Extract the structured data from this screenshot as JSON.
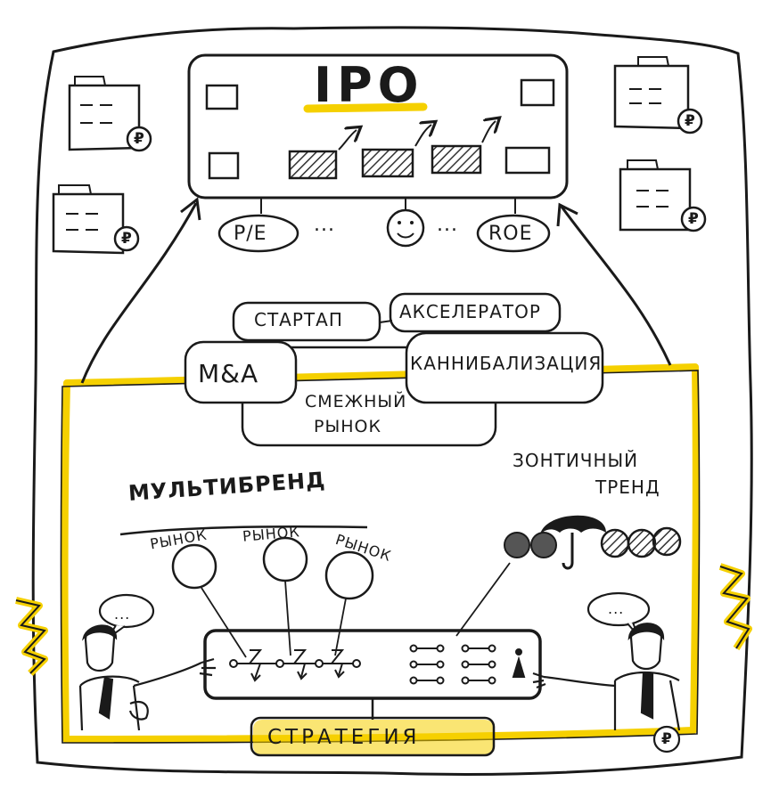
{
  "title": "IPO",
  "metrics": {
    "pe": "P/E",
    "dots_left": "...",
    "dots_right": "...",
    "roe": "ROE"
  },
  "concepts": {
    "startup": "СТАРТАП",
    "accelerator": "АКСЕЛЕРАТОР",
    "ma": "M&A",
    "cannibalization": "КАННИБАЛИЗАЦИЯ",
    "adjacent_line1": "СМЕЖНЫЙ",
    "adjacent_line2": "РЫНОК"
  },
  "multibrand": {
    "label": "МУЛЬТИБРЕНД",
    "markets": [
      "РЫНОК",
      "РЫНОК",
      "РЫНОК"
    ]
  },
  "umbrella": {
    "line1": "ЗОНТИЧНЫЙ",
    "line2": "ТРЕНД"
  },
  "strategy": "СТРАТЕГИЯ",
  "speech": {
    "left": "...",
    "right": "..."
  },
  "currency_symbol": "₽",
  "colors": {
    "highlight": "#f5d000",
    "ink": "#1a1a1a",
    "hatch": "#333333"
  }
}
